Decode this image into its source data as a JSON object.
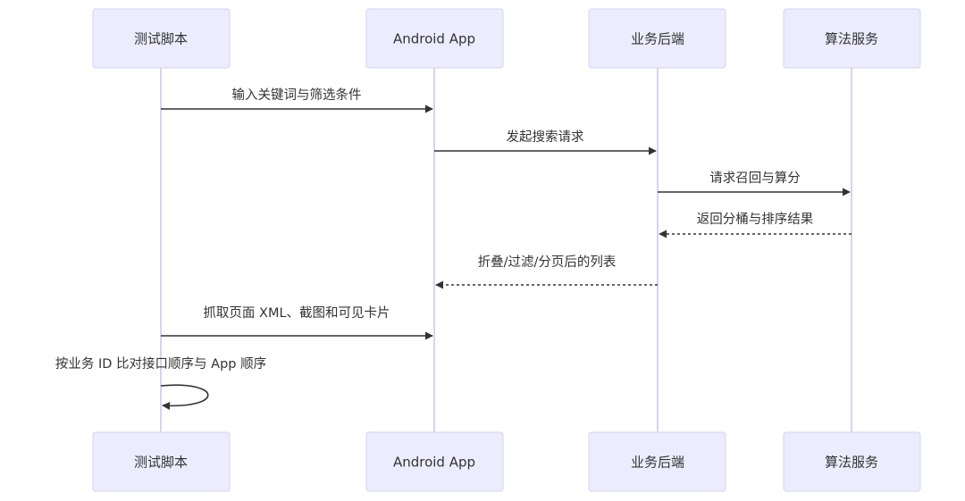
{
  "participants": [
    {
      "id": "test_script",
      "label": "测试脚本"
    },
    {
      "id": "android_app",
      "label": "Android App"
    },
    {
      "id": "backend",
      "label": "业务后端"
    },
    {
      "id": "algo",
      "label": "算法服务"
    }
  ],
  "messages": [
    {
      "from": "test_script",
      "to": "android_app",
      "label": "输入关键词与筛选条件",
      "style": "solid"
    },
    {
      "from": "android_app",
      "to": "backend",
      "label": "发起搜索请求",
      "style": "solid"
    },
    {
      "from": "backend",
      "to": "algo",
      "label": "请求召回与算分",
      "style": "solid"
    },
    {
      "from": "algo",
      "to": "backend",
      "label": "返回分桶与排序结果",
      "style": "dashed"
    },
    {
      "from": "backend",
      "to": "android_app",
      "label": "折叠/过滤/分页后的列表",
      "style": "dashed"
    },
    {
      "from": "test_script",
      "to": "android_app",
      "label": "抓取页面 XML、截图和可见卡片",
      "style": "solid"
    },
    {
      "from": "test_script",
      "to": "test_script",
      "label": "按业务 ID 比对接口顺序与 App 顺序",
      "style": "solid"
    }
  ]
}
